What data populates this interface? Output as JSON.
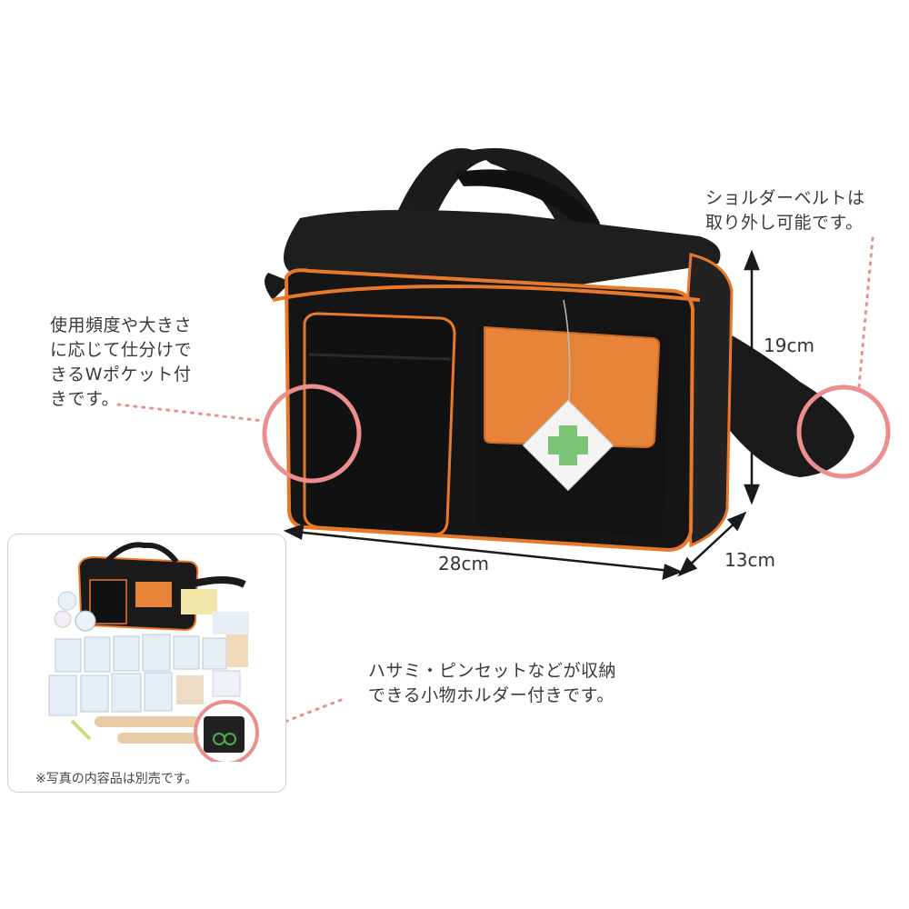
{
  "callouts": {
    "shoulder_belt": [
      "ショルダーベルトは",
      "取り外し可能です。"
    ],
    "w_pocket": [
      "使用頻度や大きさ",
      "に応じて仕分けで",
      "きるWポケット付",
      "きです。"
    ],
    "holder": [
      "ハサミ・ピンセットなどが収納",
      "できる小物ホルダー付きです。"
    ]
  },
  "dimensions": {
    "height": "19cm",
    "width": "28cm",
    "depth": "13cm"
  },
  "inset": {
    "caption": "※写真の内容品は別売です。"
  },
  "colors": {
    "bag": "#151515",
    "piping": "#e8792b",
    "flap": "#e8843a",
    "callout_ring": "#ec8e8e",
    "cross": "#7cc576"
  }
}
